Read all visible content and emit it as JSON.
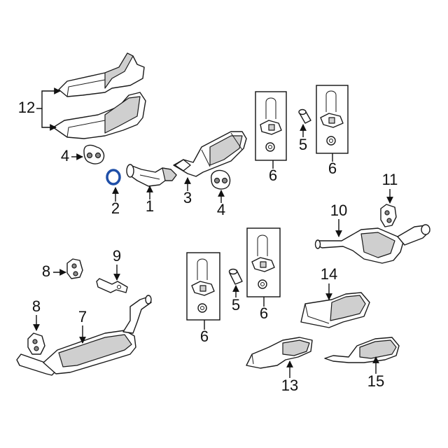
{
  "callouts": {
    "c1": "1",
    "c2": "2",
    "c3": "3",
    "c4a": "4",
    "c4b": "4",
    "c5a": "5",
    "c5b": "5",
    "c6a": "6",
    "c6b": "6",
    "c6c": "6",
    "c6d": "6",
    "c7": "7",
    "c8a": "8",
    "c8b": "8",
    "c9": "9",
    "c10": "10",
    "c11": "11",
    "c12": "12",
    "c13": "13",
    "c14": "14",
    "c15": "15"
  },
  "colors": {
    "highlight": "#1f4fa8",
    "line": "#1a1a1a",
    "shade": "#cfcfcf"
  }
}
